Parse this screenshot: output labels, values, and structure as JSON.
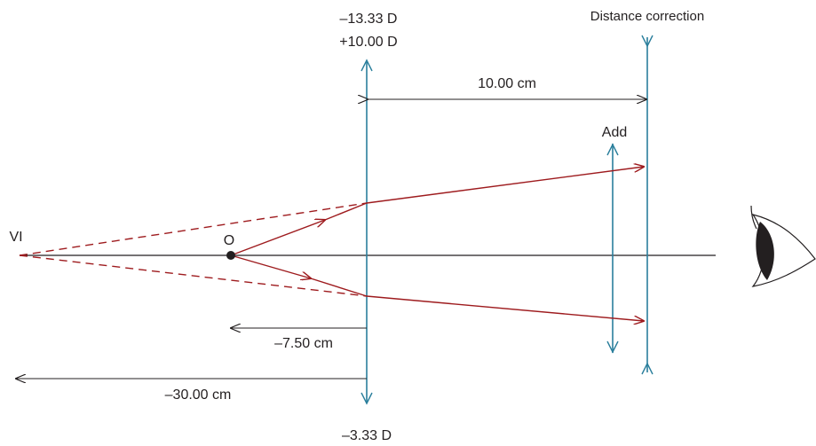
{
  "labels": {
    "lens_top_power_1": "–13.33 D",
    "lens_top_power_2": "+10.00 D",
    "lens_bottom_power": "–3.33 D",
    "distance_correction": "Distance correction",
    "add": "Add",
    "separation": "10.00 cm",
    "object_distance": "–7.50 cm",
    "image_distance": "–30.00 cm",
    "object": "O",
    "virtual_image": "VI"
  },
  "colors": {
    "ray": "#9e1b1e",
    "lens": "#2a7f9c",
    "axis": "#231f20",
    "eye": "#231f20"
  },
  "icons": {
    "eye": "eye-icon"
  }
}
